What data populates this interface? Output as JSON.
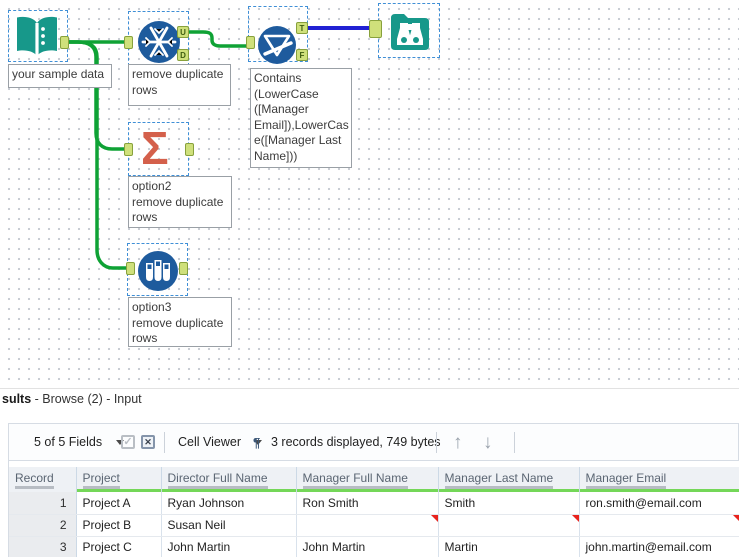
{
  "canvas": {
    "tools": [
      {
        "name": "input-data-tool",
        "annotation_lines": [
          "your sample data"
        ]
      },
      {
        "name": "unique-tool",
        "annotation_lines": [
          "remove duplicate",
          "rows"
        ],
        "anchor_letters": [
          "U",
          "D"
        ]
      },
      {
        "name": "filter-tool",
        "annotation_lines": [
          "Contains",
          "(LowerCase",
          "([Manager",
          "Email]),LowerCas",
          "e([Manager Last",
          "Name]))"
        ],
        "anchor_letters": [
          "T",
          "F"
        ]
      },
      {
        "name": "browse-tool",
        "annotation_lines": []
      },
      {
        "name": "summarize-tool",
        "annotation_lines": [
          "option2",
          "remove duplicate",
          "rows"
        ],
        "glyph": "Σ"
      },
      {
        "name": "sample-tool",
        "annotation_lines": [
          "option3",
          "remove duplicate",
          "rows"
        ]
      }
    ]
  },
  "results": {
    "title_bold": "sults",
    "title_rest": " - Browse (2) - Input",
    "toolbar": {
      "fields_label": "5 of 5 Fields",
      "cell_viewer_label": "Cell Viewer",
      "records_label": "3 records displayed, 749 bytes",
      "check_glyph": "✓",
      "x_glyph": "✕",
      "pilcrow": "¶",
      "up_arrow": "↑",
      "down_arrow": "↓"
    },
    "table": {
      "columns": [
        "Record",
        "Project",
        "Director Full Name",
        "Manager Full Name",
        "Manager Last Name",
        "Manager Email"
      ],
      "rows": [
        {
          "record": "1",
          "project": "Project A",
          "director": "Ryan Johnson",
          "manager_full": "Ron Smith",
          "manager_last": "Smith",
          "manager_email": "ron.smith@email.com"
        },
        {
          "record": "2",
          "project": "Project B",
          "director": "Susan Neil",
          "manager_full": "",
          "manager_last": "",
          "manager_email": ""
        },
        {
          "record": "3",
          "project": "Project C",
          "director": "John Martin",
          "manager_full": "John Martin",
          "manager_last": "Martin",
          "manager_email": "john.martin@email.com"
        }
      ]
    }
  },
  "colors": {
    "teal": "#17988a",
    "tool_blue": "#1e5b9d",
    "orange": "#d4604b",
    "wire_green": "#0fa235",
    "wire_blue": "#2121d3",
    "anchor_fill": "#cfe07b",
    "quality_green": "#74d758",
    "null_red": "#e8231d",
    "selection_blue": "#3f8fd6"
  }
}
